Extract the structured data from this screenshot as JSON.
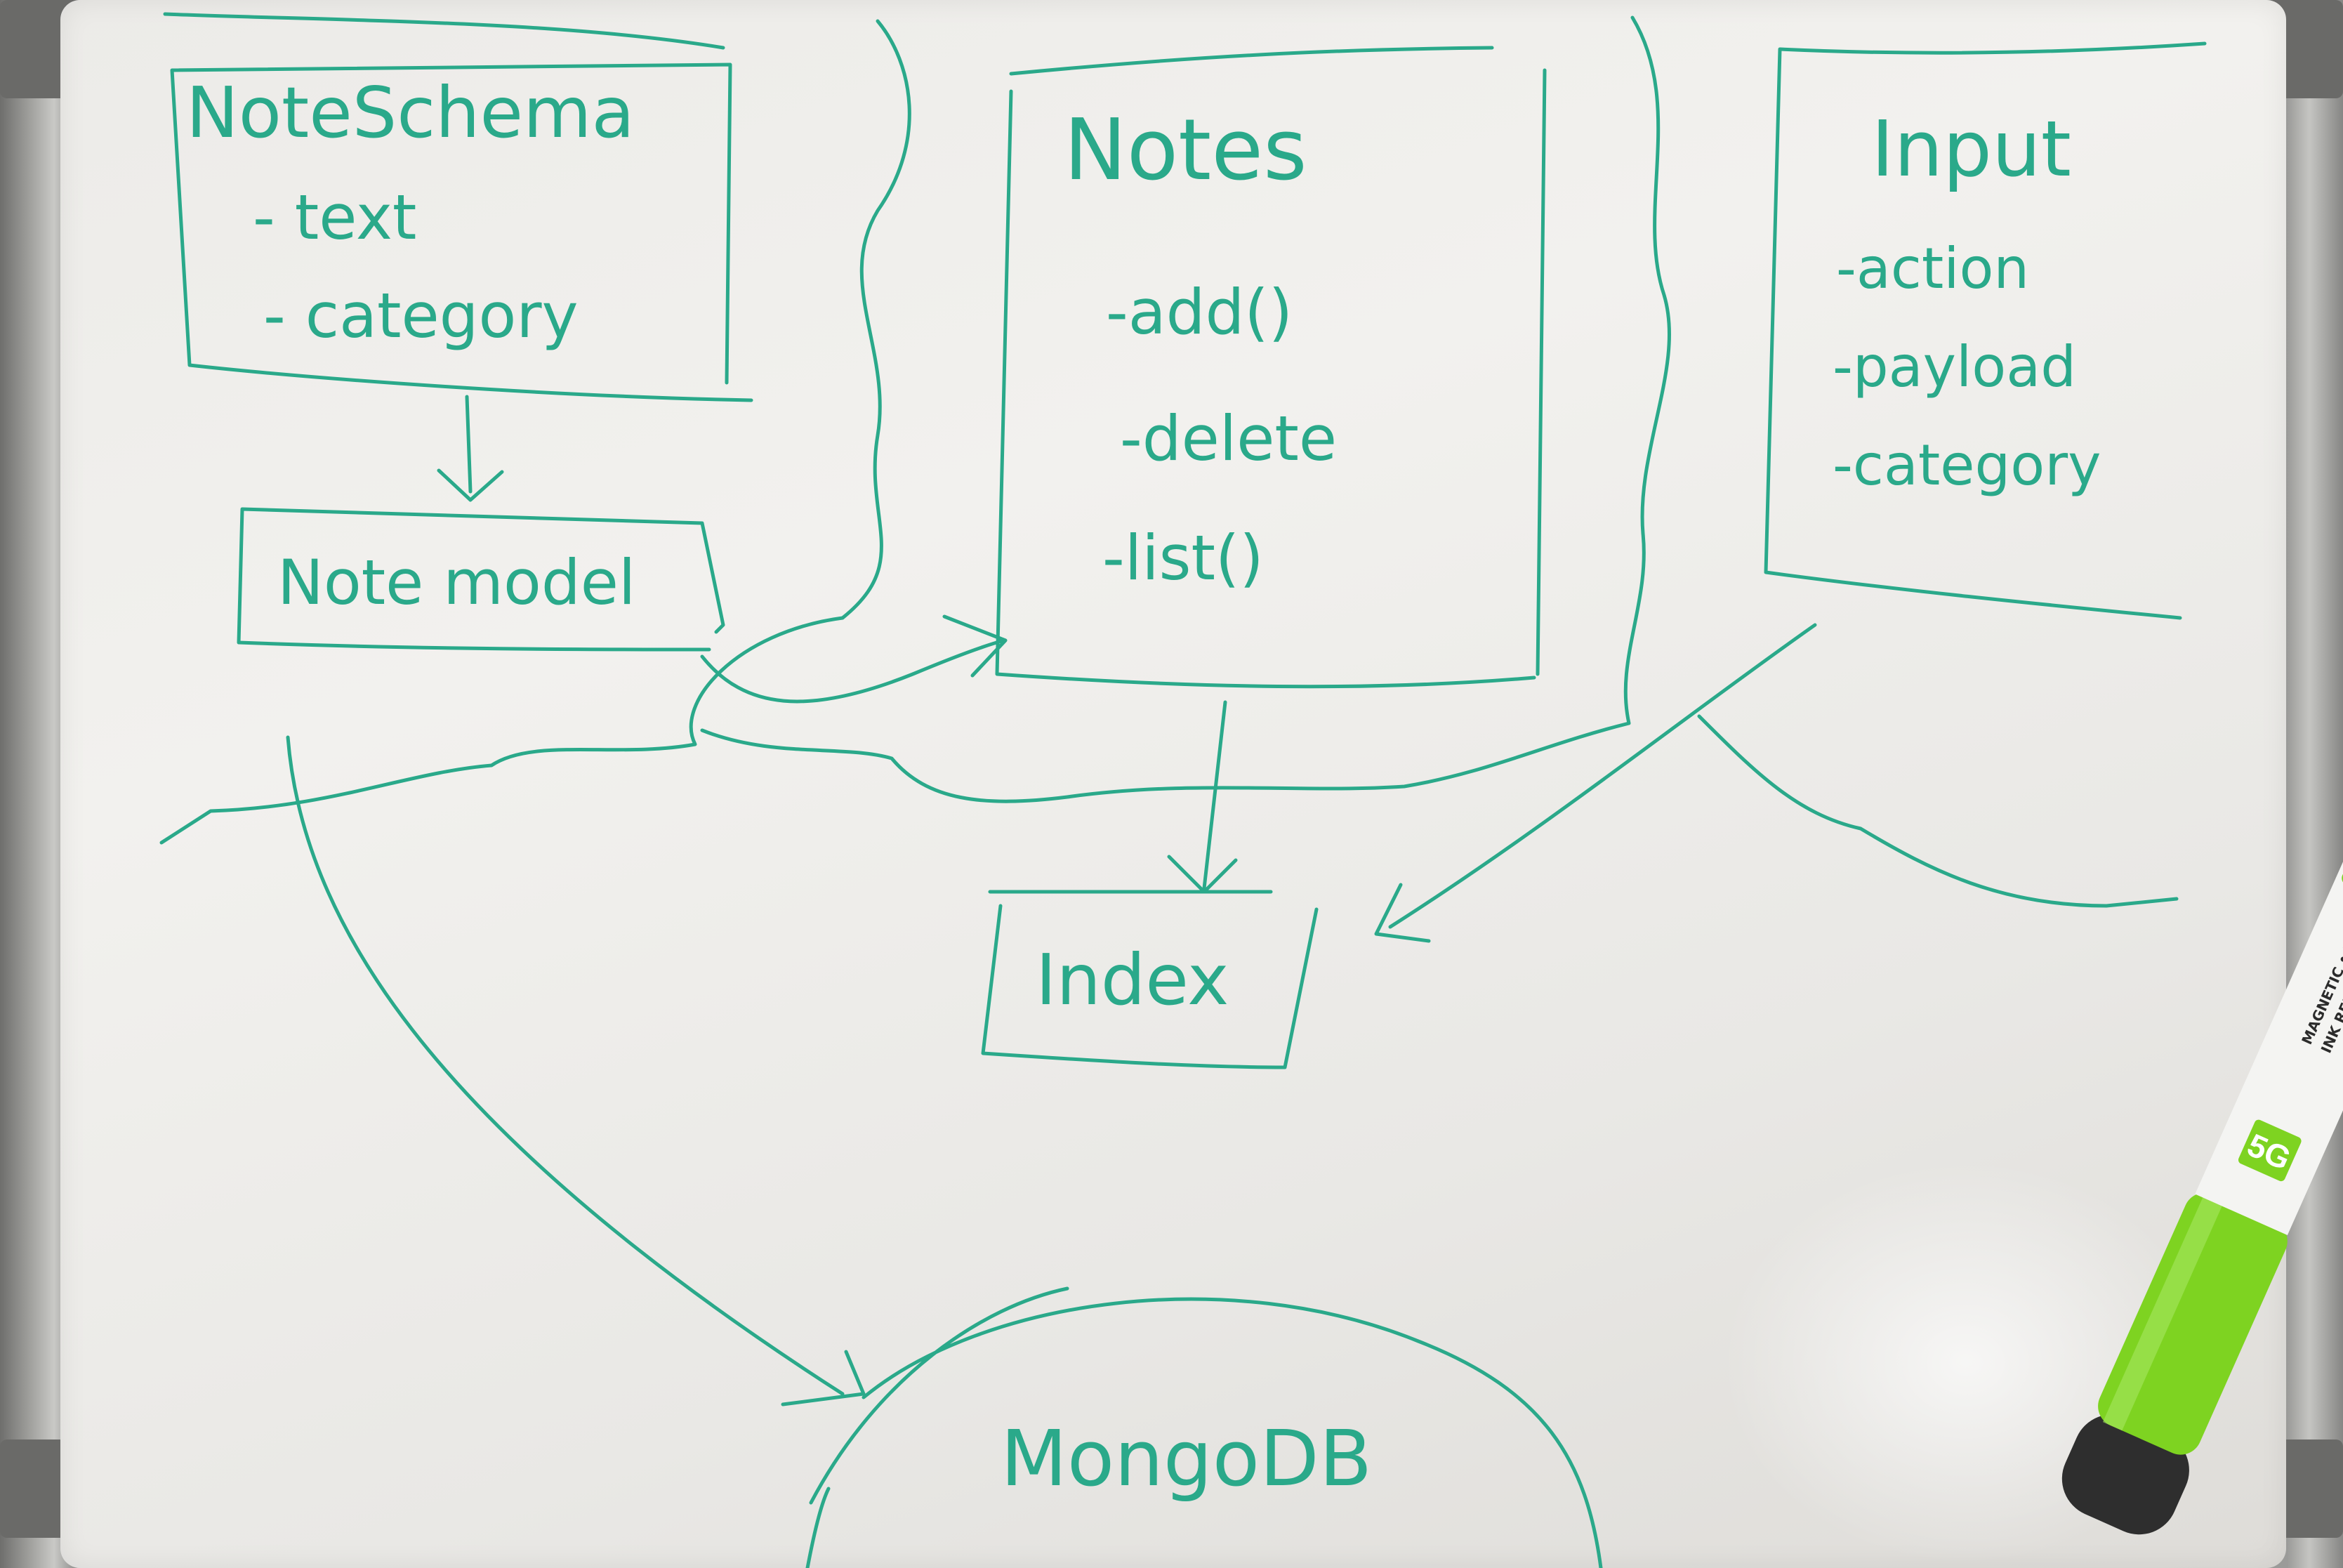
{
  "boxes": {
    "note_schema": {
      "title": "NoteSchema",
      "fields": [
        "- text",
        "- category"
      ]
    },
    "note_model": {
      "title": "Note model"
    },
    "notes": {
      "title": "Notes",
      "methods": [
        "-add()",
        "-delete",
        "-list()"
      ]
    },
    "input": {
      "title": "Input",
      "fields": [
        "-action",
        "-payload",
        "-category"
      ]
    },
    "index": {
      "title": "Index"
    },
    "mongodb": {
      "title": "MongoDB"
    }
  },
  "marker": {
    "brand_logo": "5G",
    "label_line1": "MAGNETIC • ERASER",
    "label_line2": "INK REFILLABLE"
  },
  "colors": {
    "ink": "#2aa98a",
    "board": "#f0efec",
    "marker_green": "#7ed321",
    "marker_white": "#f4f4f2",
    "eraser": "#2e2e2e"
  }
}
